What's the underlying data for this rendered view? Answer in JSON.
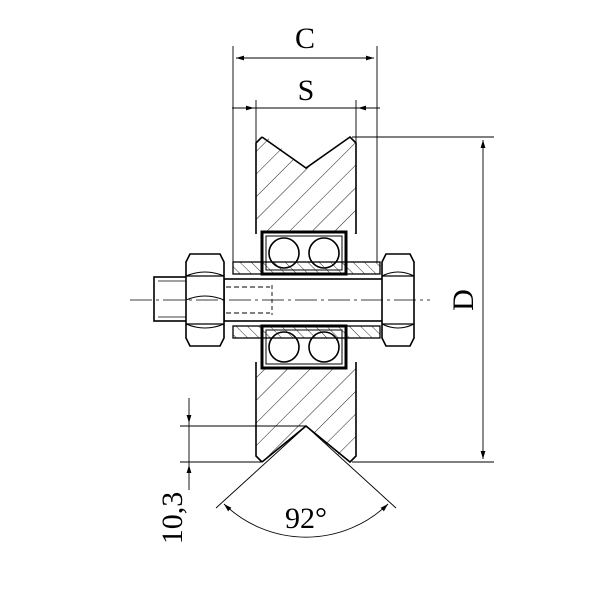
{
  "labels": {
    "width_total": "C",
    "width_groove": "S",
    "diameter": "D",
    "groove_depth": "10,3",
    "groove_angle": "92°"
  },
  "colors": {
    "line": "#000000",
    "background": "#ffffff"
  }
}
